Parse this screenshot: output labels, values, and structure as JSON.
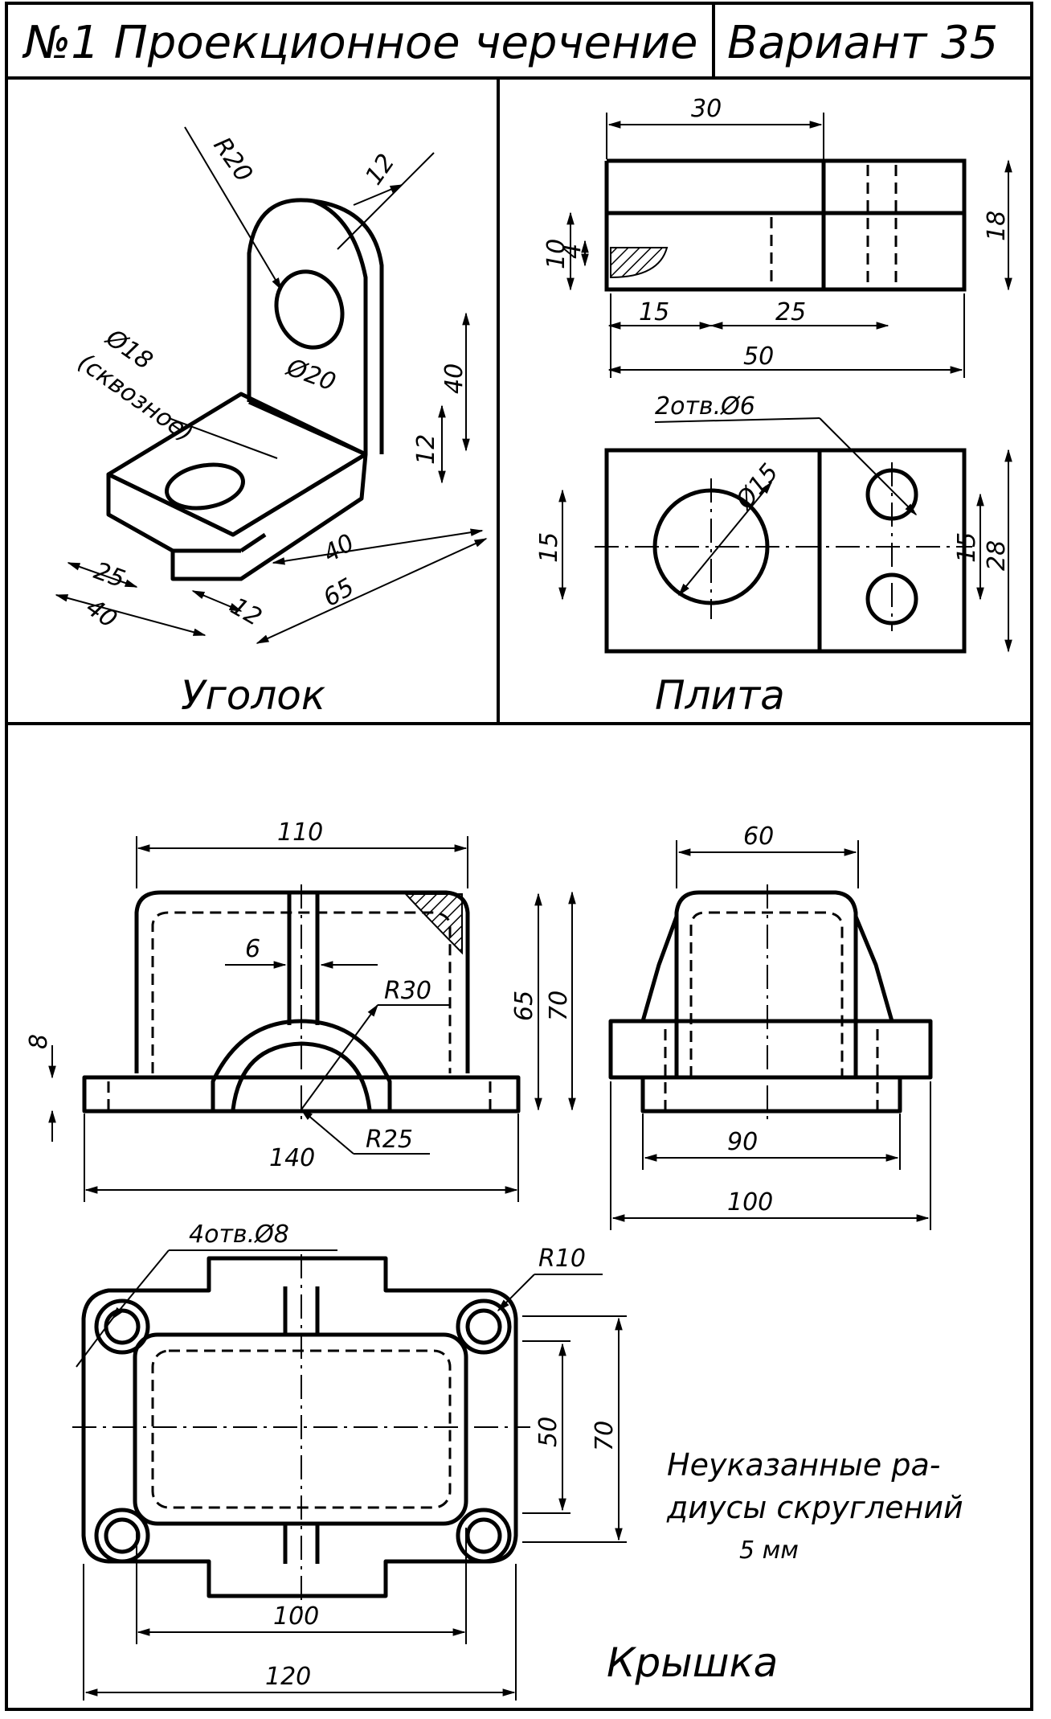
{
  "header": {
    "title": "№1 Проекционное черчение",
    "variant": "Вариант 35"
  },
  "panels": {
    "ugolok": {
      "caption": "Уголок",
      "dims": {
        "r20": "R20",
        "d12_top": "12",
        "hole_dia": "Ø18",
        "hole_note": "(сквозное)",
        "d20": "Ø20",
        "d40_v": "40",
        "d12_v": "12",
        "d40_b": "40",
        "d65": "65",
        "d25": "25",
        "d40_l": "40",
        "d12_b": "12"
      }
    },
    "plita": {
      "caption": "Плита",
      "dims": {
        "d30": "30",
        "d10": "10",
        "d4": "4",
        "d18": "18",
        "d15": "15",
        "d25": "25",
        "d50": "50",
        "holes": "2отв.Ø6",
        "d15_big": "Ø15",
        "d15_left": "15",
        "d15_right": "15",
        "d28": "28"
      }
    },
    "kryshka": {
      "caption": "Крышка",
      "note_line1": "Неуказанные ра-",
      "note_line2": "диусы скруглений",
      "note_line3": "5 мм",
      "dims": {
        "d110": "110",
        "d6": "6",
        "r30": "R30",
        "d65": "65",
        "d70": "70",
        "d8": "8",
        "d140": "140",
        "r25": "R25",
        "d60": "60",
        "d90": "90",
        "d100": "100",
        "holes": "4отв.Ø8",
        "r10": "R10",
        "d50": "50",
        "d70_plan": "70",
        "d100_plan": "100",
        "d120": "120"
      }
    }
  }
}
